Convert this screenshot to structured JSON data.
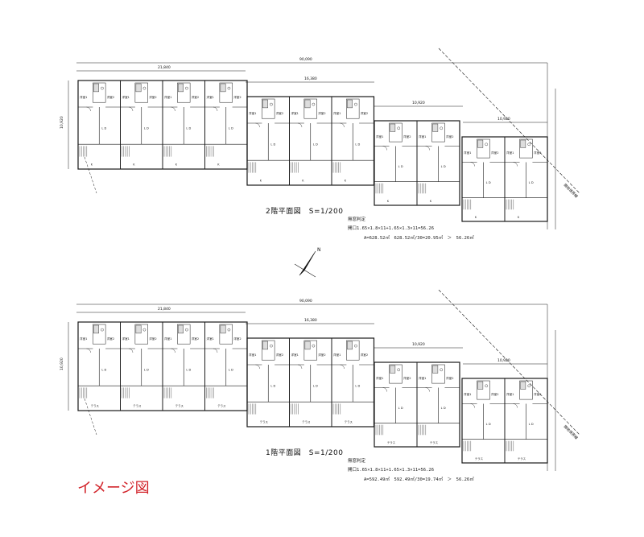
{
  "caption": "イメージ図",
  "colors": {
    "line": "#1a1a1a",
    "caption": "#d2232a"
  },
  "upper_plan": {
    "title": "2階平面図　S=1/200",
    "notes_header": "無窓判定",
    "opening_formula": "開口1.65×1.8×11+1.65×1.3×11=56.26",
    "area_check": "A=628.52㎡　628.52㎡/30=20.95㎡　＞　56.26㎡",
    "dims": {
      "total": "90,090",
      "w1": "21,840",
      "w2": "16,380",
      "w3": "10,920",
      "w4": "10,920",
      "depth": "10,920"
    },
    "room_labels": [
      "洋室1",
      "洋室2",
      "L D",
      "K"
    ],
    "boundary_label": "隣地境界線"
  },
  "lower_plan": {
    "title": "1階平面図　S=1/200",
    "notes_header": "無窓判定",
    "opening_formula": "開口1.65×1.8×11+1.65×1.3×11=56.26",
    "area_check": "A=592.49㎡　592.49㎡/30=19.74㎡　＞　56.26㎡",
    "dims": {
      "total": "90,090",
      "w1": "21,840",
      "w2": "16,380",
      "w3": "10,920",
      "w4": "10,920",
      "depth": "10,920"
    },
    "room_labels": [
      "洋室1",
      "洋室2",
      "L D",
      "テラス"
    ],
    "boundary_label": "隣地境界線"
  },
  "north_label": "N"
}
